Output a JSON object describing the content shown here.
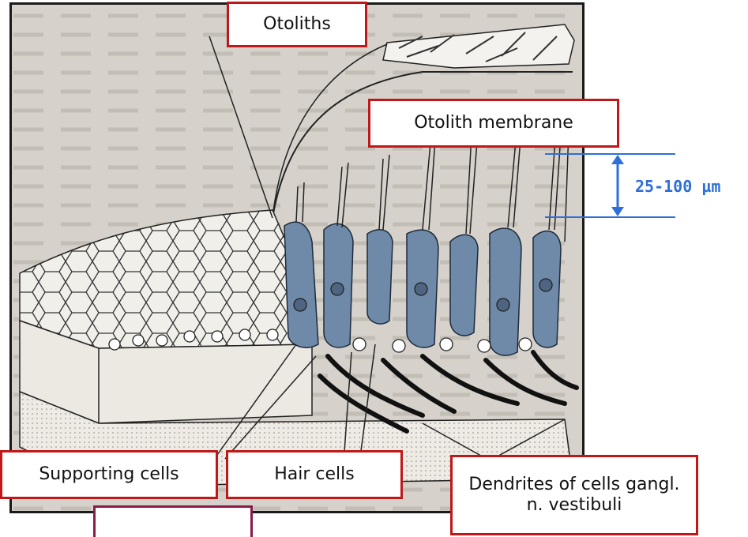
{
  "labels": {
    "otoliths": "Otoliths",
    "otolith_membrane": "Otolith membrane",
    "scale": "25-100 µm",
    "supporting_cells": "Supporting cells",
    "hair_cells": "Hair cells",
    "dendrites": "Dendrites of cells gangl. n. vestibuli"
  },
  "colors": {
    "label_border": "#c01818",
    "scale_color": "#2e6fd8",
    "hair_cell_fill": "#6f8aa8"
  }
}
